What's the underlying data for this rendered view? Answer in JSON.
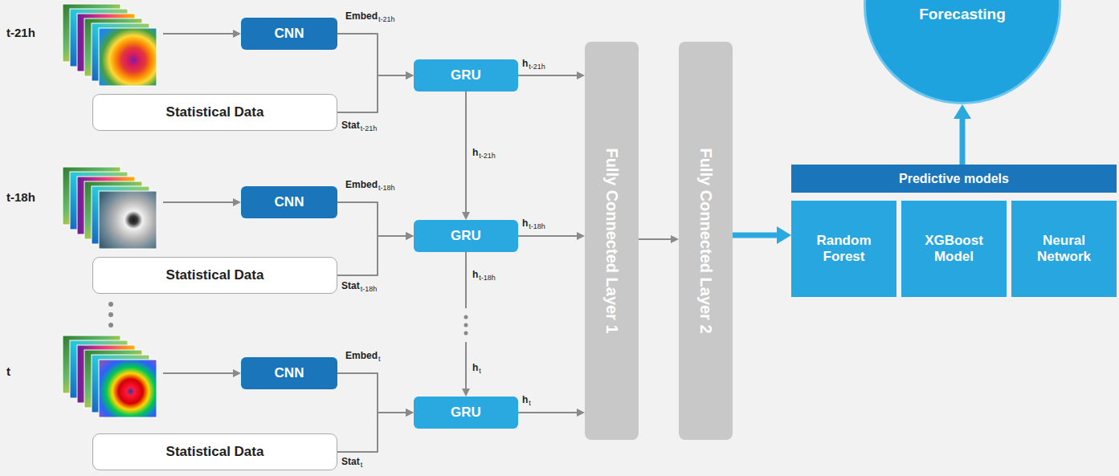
{
  "diagram": {
    "nodes": [
      {
        "text": [
          "CNN"
        ]
      },
      {
        "text": [
          "Statistical Data"
        ]
      },
      {
        "text": [
          "GRU"
        ]
      },
      {
        "text": [
          "CNN"
        ]
      },
      {
        "text": [
          "Statistical Data"
        ]
      },
      {
        "text": [
          "GRU"
        ]
      },
      {
        "text": [
          "CNN"
        ]
      },
      {
        "text": [
          "Statistical Data"
        ]
      },
      {
        "text": [
          "GRU"
        ]
      },
      {
        "text": [
          "Fully Connected Layer 1"
        ]
      },
      {
        "text": [
          "Fully Connected Layer 2"
        ]
      },
      {
        "text": [
          "Predictive models"
        ]
      },
      {
        "text": [
          "Random Forest"
        ],
        "in": 11
      },
      {
        "text": [
          "XGBoost Model"
        ],
        "in": 11
      },
      {
        "text": [
          "Neural Network"
        ],
        "in": 11
      },
      {
        "text": [
          "Forecasting"
        ]
      }
    ],
    "edges": [
      {
        "from": 0,
        "to": 2,
        "arrow": "to"
      },
      {
        "from": 1,
        "to": 2,
        "arrow": "to"
      },
      {
        "from": 3,
        "to": 5,
        "arrow": "to"
      },
      {
        "from": 4,
        "to": 5,
        "arrow": "to"
      },
      {
        "from": 6,
        "to": 8,
        "arrow": "to"
      },
      {
        "from": 7,
        "to": 8,
        "arrow": "to"
      },
      {
        "from": 2,
        "to": 5,
        "arrow": "to"
      },
      {
        "from": 5,
        "to": 8,
        "arrow": "to"
      },
      {
        "from": 2,
        "to": 9,
        "arrow": "to"
      },
      {
        "from": 5,
        "to": 9,
        "arrow": "to"
      },
      {
        "from": 8,
        "to": 9,
        "arrow": "to"
      },
      {
        "from": 9,
        "to": 10,
        "arrow": "to"
      },
      {
        "from": 10,
        "to": 11,
        "arrow": "to"
      },
      {
        "from": 11,
        "to": 15,
        "arrow": "to"
      }
    ],
    "labels": [
      "t-21h",
      "t-18h",
      "t",
      "Embed",
      "t-21h",
      "Stat",
      "t-21h",
      "Embed",
      "t-18h",
      "Stat",
      "t-18h",
      "Embed",
      "t",
      "Stat",
      "t",
      "h",
      "t-21h",
      "h",
      "t-21h",
      "h",
      "t-18h",
      "h",
      "t-18h",
      "h",
      "t",
      "h",
      "t"
    ]
  }
}
